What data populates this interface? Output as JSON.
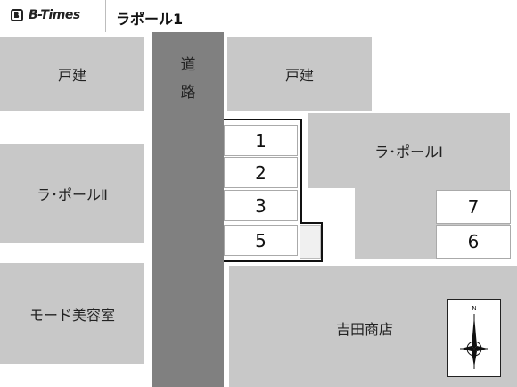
{
  "header": {
    "logo_text": "B-Times",
    "lot_name": "ラポール1"
  },
  "map": {
    "road_chars": [
      "道",
      "路"
    ],
    "blocks": {
      "house_left": "戸建",
      "house_right": "戸建",
      "rapole_2": "ラ･ポールⅡ",
      "rapole_1": "ラ･ポールⅠ",
      "beauty_salon": "モード美容室",
      "yoshida_store": "吉田商店"
    },
    "spots": {
      "s1": "1",
      "s2": "2",
      "s3": "3",
      "s5": "5",
      "s7": "7",
      "s6": "6"
    },
    "compass_letter": "N"
  },
  "colors": {
    "building": "#c8c8c8",
    "road": "#808080",
    "outline": "#111111"
  }
}
